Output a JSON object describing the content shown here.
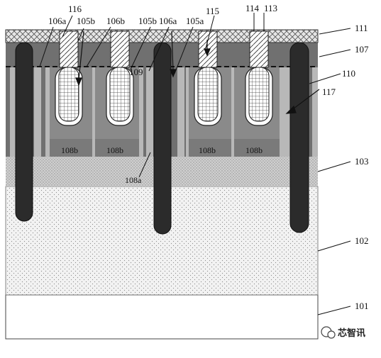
{
  "labels": {
    "l116": "116",
    "l106a_left": "106a",
    "l105b_left": "105b",
    "l106b": "106b",
    "l105b_mid": "105b",
    "l106a_mid": "106a",
    "l105a": "105a",
    "l115": "115",
    "l114": "114",
    "l113": "113",
    "l111": "111",
    "l107": "107",
    "l109": "109",
    "l110": "110",
    "l117": "117",
    "l108b_1": "108b",
    "l108b_2": "108b",
    "l108b_3": "108b",
    "l108b_4": "108b",
    "l108a": "108a",
    "l103": "103",
    "l102": "102",
    "l101": "101"
  },
  "watermark": {
    "text": "芯智讯"
  }
}
